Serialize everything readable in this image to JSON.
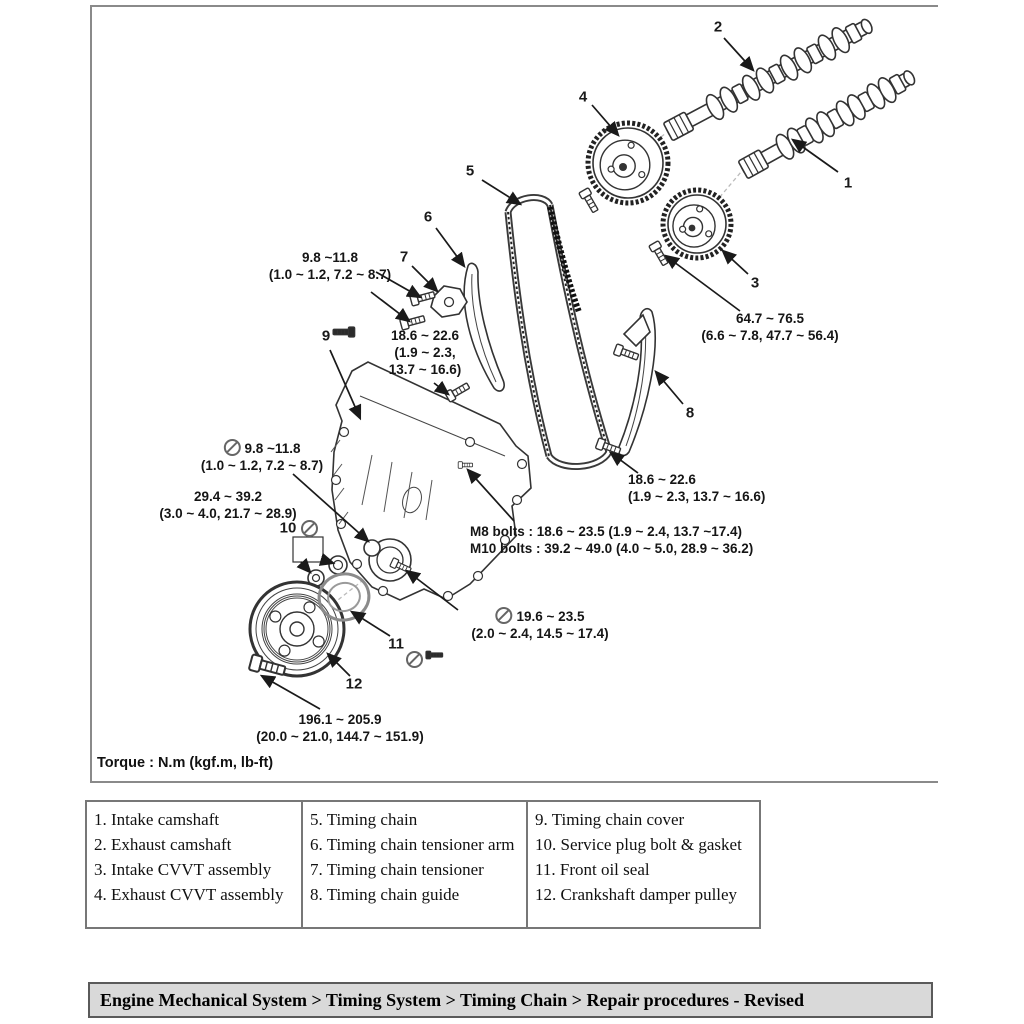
{
  "diagram": {
    "torque_note": "Torque : N.m (kgf.m, lb-ft)",
    "callouts": [
      "1",
      "2",
      "3",
      "4",
      "5",
      "6",
      "7",
      "8",
      "9",
      "10",
      "11",
      "12"
    ],
    "annotations": [
      {
        "id": "t1",
        "lines": [
          "9.8 ~11.8",
          "(1.0 ~ 1.2, 7.2 ~ 8.7)"
        ]
      },
      {
        "id": "t2",
        "lines": [
          "18.6 ~ 22.6",
          "(1.9 ~ 2.3,",
          "13.7 ~ 16.6)"
        ]
      },
      {
        "id": "t3",
        "lines": [
          "64.7 ~ 76.5",
          "(6.6 ~ 7.8, 47.7 ~ 56.4)"
        ]
      },
      {
        "id": "t4",
        "lines": [
          "18.6 ~ 22.6",
          "(1.9 ~ 2.3, 13.7 ~ 16.6)"
        ]
      },
      {
        "id": "t5",
        "lines": [
          "M8 bolts : 18.6 ~ 23.5 (1.9 ~ 2.4, 13.7 ~17.4)",
          "M10 bolts : 39.2 ~ 49.0 (4.0 ~ 5.0, 28.9 ~ 36.2)"
        ]
      },
      {
        "id": "t6",
        "lines": [
          "19.6 ~ 23.5",
          "(2.0 ~ 2.4, 14.5 ~ 17.4)"
        ]
      },
      {
        "id": "t7",
        "lines": [
          "9.8 ~11.8",
          "(1.0 ~ 1.2, 7.2 ~ 8.7)"
        ]
      },
      {
        "id": "t8",
        "lines": [
          "29.4 ~ 39.2",
          "(3.0 ~ 4.0, 21.7 ~ 28.9)"
        ]
      },
      {
        "id": "t9",
        "lines": [
          "196.1 ~ 205.9",
          "(20.0 ~ 21.0, 144.7 ~ 151.9)"
        ]
      }
    ]
  },
  "legend": {
    "col1": [
      "1. Intake camshaft",
      "2. Exhaust camshaft",
      "3. Intake CVVT assembly",
      "4. Exhaust CVVT assembly"
    ],
    "col2": [
      "5. Timing chain",
      "6. Timing chain tensioner arm",
      "7. Timing chain tensioner",
      "8. Timing chain guide"
    ],
    "col3": [
      "9. Timing chain cover",
      "10. Service plug bolt & gasket",
      "11. Front oil seal",
      "12. Crankshaft damper pulley"
    ]
  },
  "breadcrumb": {
    "text": "Engine Mechanical System > Timing System > Timing Chain > Repair procedures - Revised"
  }
}
